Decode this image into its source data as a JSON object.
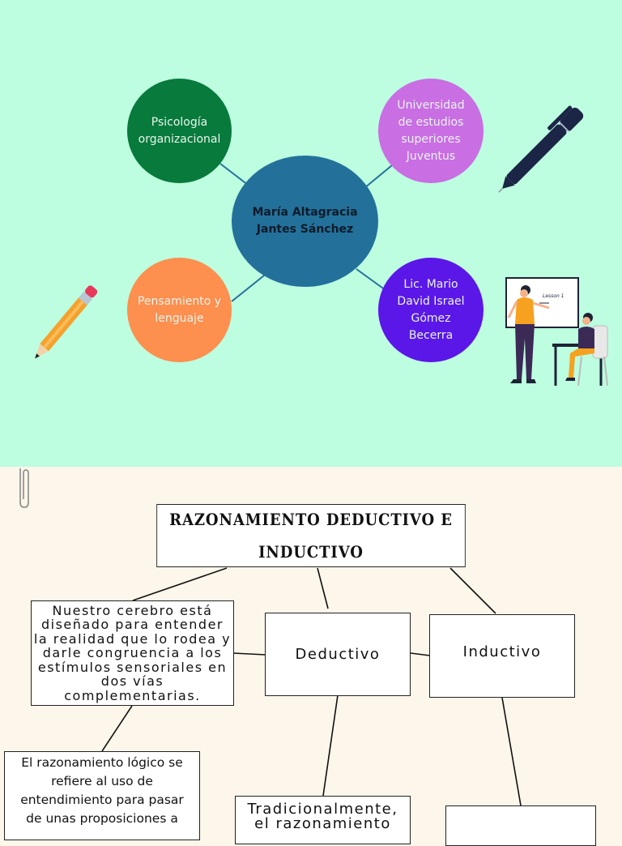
{
  "mind_map": {
    "center": "María Altagracia Jantes Sánchez",
    "top_left": "Psicología organizacional",
    "top_right": "Universidad de estudios superiores Juventus",
    "bottom_left": "Pensamiento y lenguaje",
    "bottom_right": "Lic. Mario David Israel Gómez Becerra",
    "colors": {
      "background": "#bdfde0",
      "center": "#23719a",
      "top_left": "#087a3c",
      "top_right": "#c96ee3",
      "bottom_left": "#fd8f4f",
      "bottom_right": "#5b17e8",
      "connector": "#23719a"
    }
  },
  "illustrations": {
    "pen": "pen-icon",
    "pencil": "pencil-icon",
    "teacher": "teacher-illustration",
    "board_text": "Lesson 1",
    "paperclip": "paperclip-icon"
  },
  "concept_map": {
    "title": "RAZONAMIENTO DEDUCTIVO E INDUCTIVO",
    "intro": "Nuestro cerebro está diseñado para entender la realidad que lo rodea y darle congruencia a los estímulos sensoriales en dos vías complementarias.",
    "deductivo": "Deductivo",
    "inductivo": "Inductivo",
    "logico": "El razonamiento lógico se refiere al uso de entendimiento para pasar de unas proposiciones a",
    "tradicional": "Tradicionalmente, el razonamiento",
    "inductivo_detail": "",
    "background": "#fdf6ea"
  }
}
